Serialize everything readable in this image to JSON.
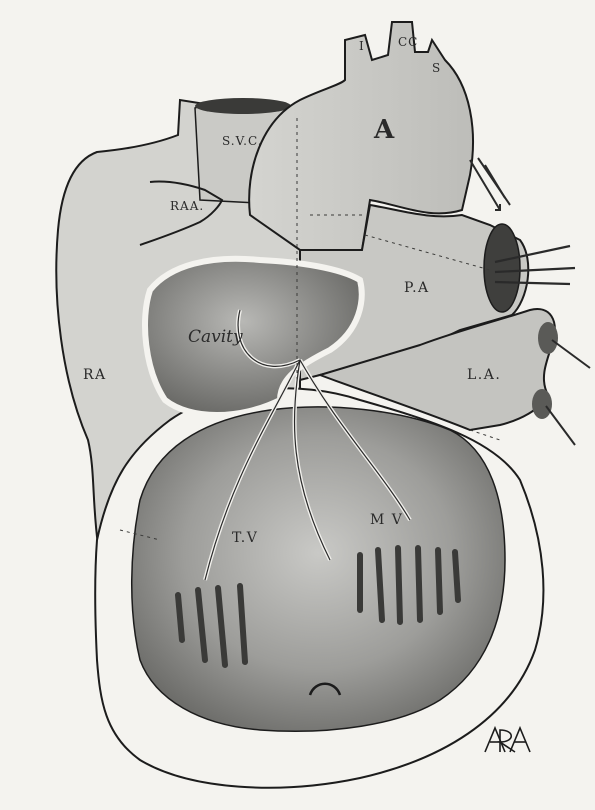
{
  "figure": {
    "labels": {
      "innominate": "I",
      "left_common_carotid": "CC",
      "left_subclavian": "S",
      "aorta": "A",
      "superior_vena_cava": "S.V.C.",
      "right_auricular_appendage": "RAA.",
      "pulmonary_artery": "P.A",
      "cavity": "Cavity",
      "right_atrium": "RA",
      "left_atrium": "L.A.",
      "tricuspid_valve": "T.V",
      "mitral_valve": "M V"
    },
    "monogram": "ARA"
  },
  "colors": {
    "paper": "#f4f3ef",
    "chamber_wash": "#cfcfcb",
    "shadow": "#6f6f6c",
    "ink": "#1e1e1e"
  }
}
